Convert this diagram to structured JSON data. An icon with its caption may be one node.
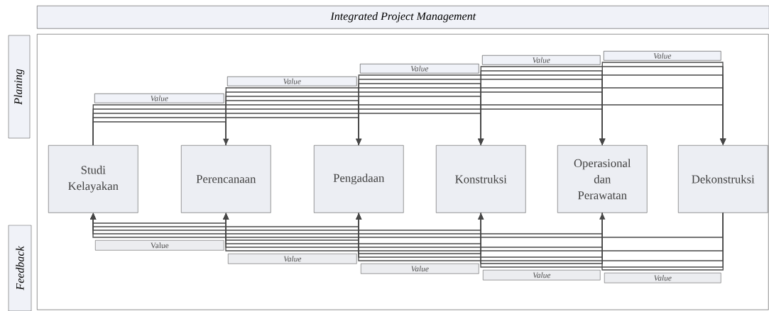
{
  "diagram": {
    "nodes": [
      {
        "text": [
          "Integrated Project Management"
        ]
      },
      {
        "text": [
          "Planing"
        ]
      },
      {
        "text": [
          "Feedback"
        ]
      },
      {
        "text": [],
        "shape": "box"
      },
      {
        "text": [
          "Studi Kelayakan"
        ],
        "in": 3
      },
      {
        "text": [
          "Perencanaan"
        ],
        "in": 3
      },
      {
        "text": [
          "Pengadaan"
        ],
        "in": 3
      },
      {
        "text": [
          "Konstruksi"
        ],
        "in": 3
      },
      {
        "text": [
          "Operasional dan Perawatan"
        ],
        "in": 3
      },
      {
        "text": [
          "Dekonstruksi"
        ],
        "in": 3
      },
      {
        "text": [
          "Value"
        ],
        "in": 3
      },
      {
        "text": [
          "Value"
        ],
        "in": 3
      },
      {
        "text": [
          "Value"
        ],
        "in": 3
      },
      {
        "text": [
          "Value"
        ],
        "in": 3
      },
      {
        "text": [
          "Value"
        ],
        "in": 3
      },
      {
        "text": [
          "Value"
        ],
        "in": 3
      },
      {
        "text": [
          "Value"
        ],
        "in": 3
      },
      {
        "text": [
          "Value"
        ],
        "in": 3
      },
      {
        "text": [
          "Value"
        ],
        "in": 3
      },
      {
        "text": [
          "Value"
        ],
        "in": 3
      }
    ],
    "edges": [
      {
        "from": 4,
        "to": 5,
        "arrow": "to"
      },
      {
        "from": 4,
        "to": 6,
        "arrow": "to"
      },
      {
        "from": 4,
        "to": 7,
        "arrow": "to"
      },
      {
        "from": 4,
        "to": 8,
        "arrow": "to"
      },
      {
        "from": 4,
        "to": 9,
        "arrow": "to"
      },
      {
        "from": 5,
        "to": 6,
        "arrow": "to"
      },
      {
        "from": 5,
        "to": 7,
        "arrow": "to"
      },
      {
        "from": 5,
        "to": 8,
        "arrow": "to"
      },
      {
        "from": 5,
        "to": 9,
        "arrow": "to"
      },
      {
        "from": 6,
        "to": 7,
        "arrow": "to"
      },
      {
        "from": 6,
        "to": 8,
        "arrow": "to"
      },
      {
        "from": 6,
        "to": 9,
        "arrow": "to"
      },
      {
        "from": 7,
        "to": 8,
        "arrow": "to"
      },
      {
        "from": 7,
        "to": 9,
        "arrow": "to"
      },
      {
        "from": 8,
        "to": 9,
        "arrow": "to"
      },
      {
        "from": 5,
        "to": 4,
        "arrow": "to"
      },
      {
        "from": 6,
        "to": 4,
        "arrow": "to"
      },
      {
        "from": 7,
        "to": 4,
        "arrow": "to"
      },
      {
        "from": 8,
        "to": 4,
        "arrow": "to"
      },
      {
        "from": 9,
        "to": 4,
        "arrow": "to"
      },
      {
        "from": 6,
        "to": 5,
        "arrow": "to"
      },
      {
        "from": 7,
        "to": 5,
        "arrow": "to"
      },
      {
        "from": 8,
        "to": 5,
        "arrow": "to"
      },
      {
        "from": 9,
        "to": 5,
        "arrow": "to"
      },
      {
        "from": 7,
        "to": 6,
        "arrow": "to"
      },
      {
        "from": 8,
        "to": 6,
        "arrow": "to"
      },
      {
        "from": 9,
        "to": 6,
        "arrow": "to"
      },
      {
        "from": 8,
        "to": 7,
        "arrow": "to"
      },
      {
        "from": 9,
        "to": 7,
        "arrow": "to"
      },
      {
        "from": 9,
        "to": 8,
        "arrow": "to"
      }
    ]
  }
}
